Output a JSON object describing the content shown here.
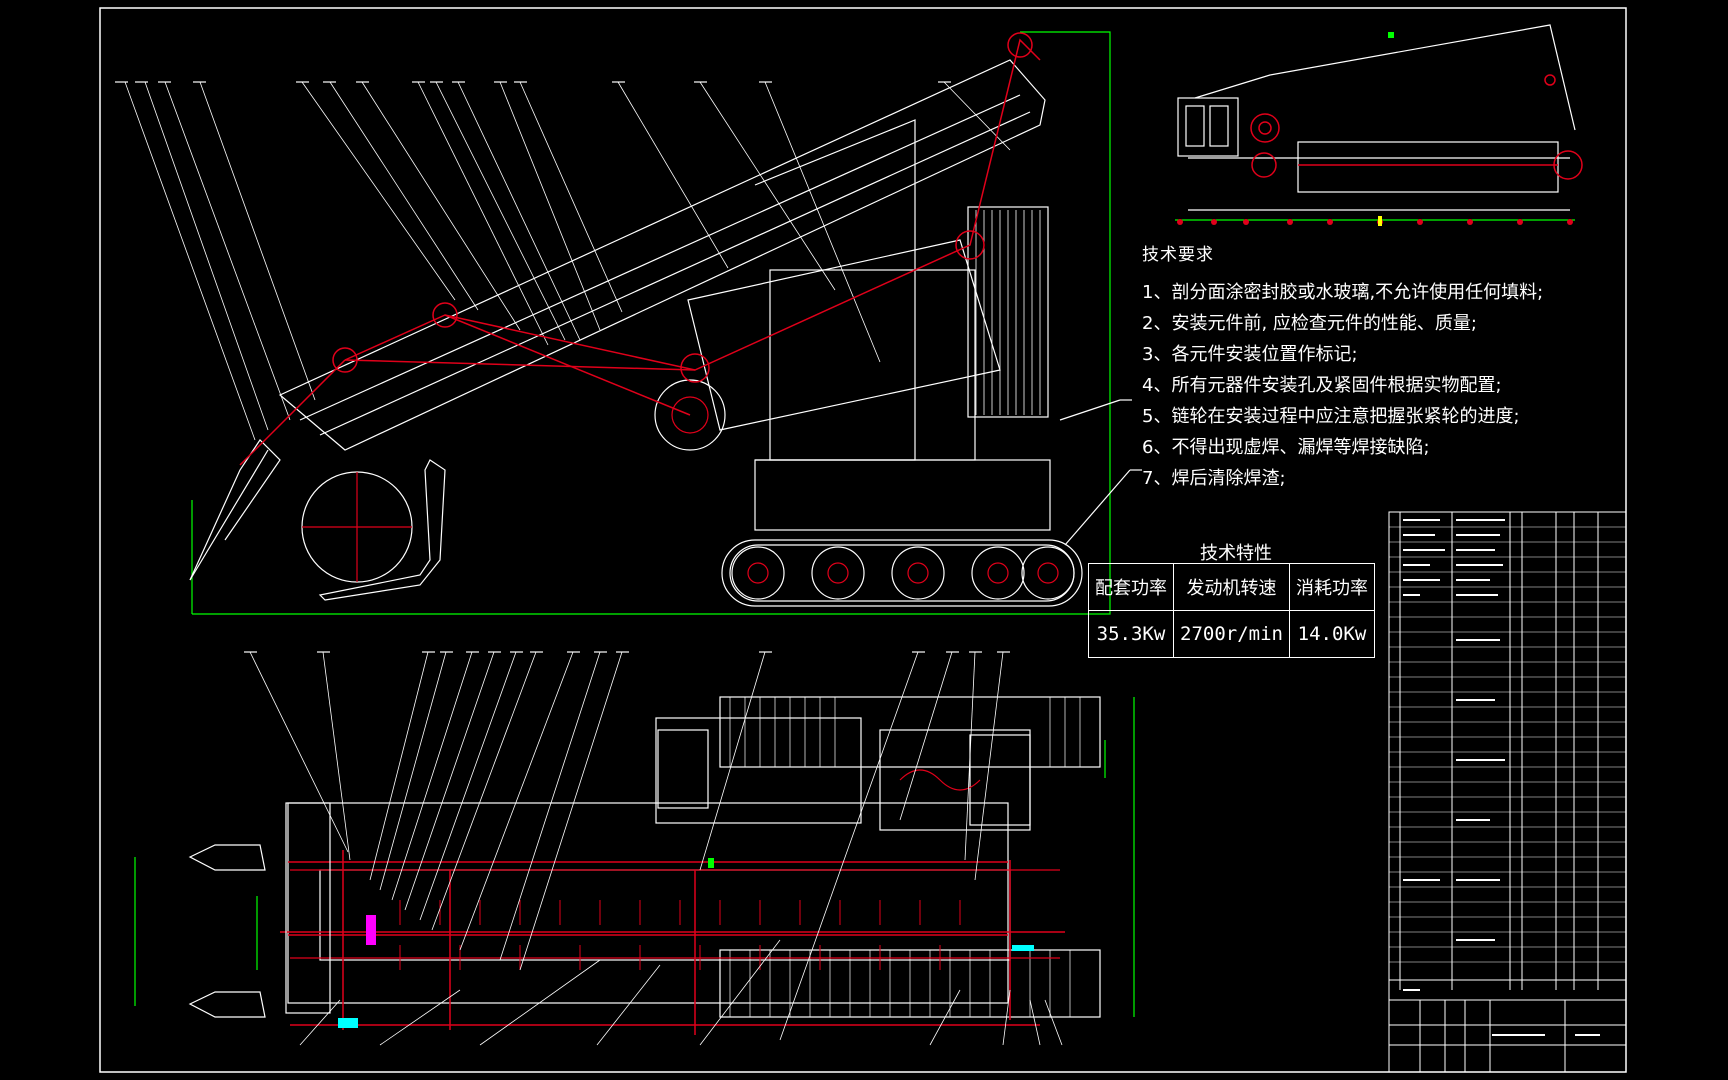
{
  "technical_requirements": {
    "title": "技术要求",
    "items": [
      "1、剖分面涂密封胶或水玻璃,不允许使用任何填料;",
      "2、安装元件前, 应检查元件的性能、质量;",
      "3、各元件安装位置作标记;",
      "4、所有元器件安装孔及紧固件根据实物配置;",
      "5、链轮在安装过程中应注意把握张紧轮的进度;",
      "6、不得出现虚焊、漏焊等焊接缺陷;",
      "7、焊后清除焊渣;"
    ]
  },
  "technical_specs": {
    "title": "技术特性",
    "headers": [
      "配套功率",
      "发动机转速",
      "消耗功率"
    ],
    "values": [
      "35.3Kw",
      "2700r/min",
      "14.0Kw"
    ]
  },
  "colors": {
    "background": "#000000",
    "linework": "#ffffff",
    "chain": "#e0001a",
    "dimension": "#00ff00",
    "accent_magenta": "#ff00ff",
    "accent_cyan": "#00ffff",
    "accent_yellow": "#ffff00"
  }
}
